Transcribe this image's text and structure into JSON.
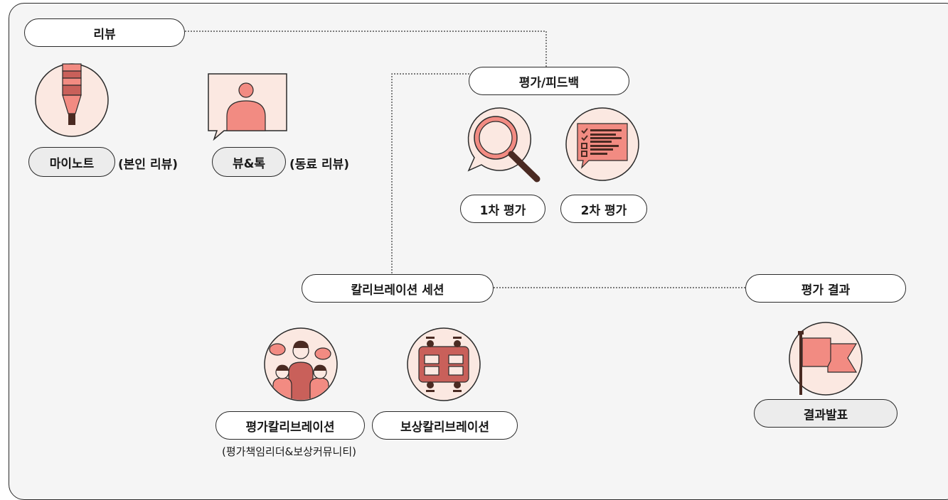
{
  "review": {
    "title": "리뷰",
    "my_note": "마이노트",
    "my_note_desc": "(본인 리뷰)",
    "view_talk": "뷰&톡",
    "view_talk_desc": "(동료 리뷰)"
  },
  "evaluation": {
    "title": "평가/피드백",
    "first": "1차 평가",
    "second": "2차 평가"
  },
  "calibration": {
    "title": "칼리브레이션 세션",
    "eval_cal": "평가칼리브레이션",
    "eval_cal_desc": "(평가책임리더&보상커뮤니티)",
    "comp_cal": "보상칼리브레이션"
  },
  "result": {
    "title": "평가 결과",
    "announce": "결과발표"
  },
  "icons": [
    "marker-icon",
    "person-chat-icon",
    "magnifier-icon",
    "checklist-icon",
    "people-discussion-icon",
    "meeting-table-icon",
    "flag-icon"
  ],
  "colors": {
    "accent": "#f28b82",
    "accent_dark": "#c9605a",
    "circle_bg": "#fbe8e1",
    "stroke": "#2a2a2a",
    "dark_brown": "#4a2a22"
  }
}
